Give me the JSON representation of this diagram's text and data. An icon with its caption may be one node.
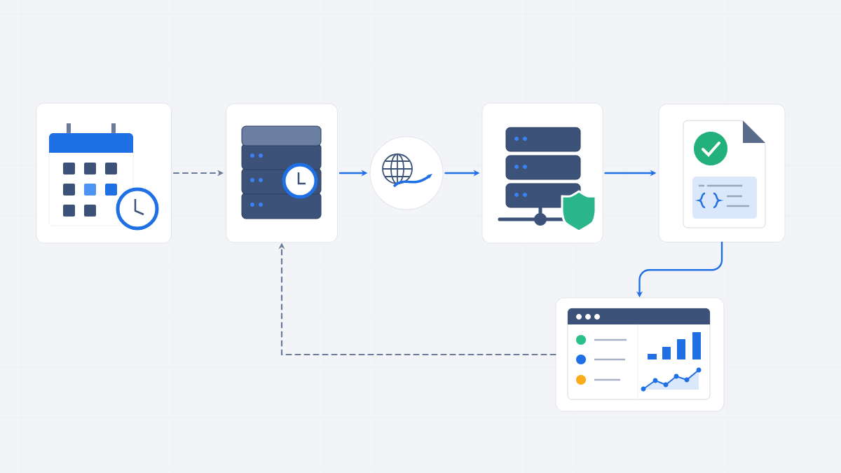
{
  "diagram": {
    "nodes": [
      {
        "text": [],
        "shape": "box"
      },
      {
        "text": [],
        "shape": "box"
      },
      {
        "text": [],
        "shape": "circle"
      },
      {
        "text": [],
        "shape": "box"
      },
      {
        "text": [],
        "shape": "box"
      },
      {
        "text": [],
        "shape": "box"
      }
    ],
    "edges": [
      {
        "from": 0,
        "to": 1,
        "arrow": "to",
        "style": "dashed",
        "color": "#6b7a99"
      },
      {
        "from": 1,
        "to": 2,
        "arrow": "to"
      },
      {
        "from": 2,
        "to": 3,
        "arrow": "to"
      },
      {
        "from": 3,
        "to": 4,
        "arrow": "to"
      },
      {
        "from": 4,
        "to": 5,
        "arrow": "to"
      },
      {
        "from": 5,
        "to": 1,
        "arrow": "to",
        "style": "dashed",
        "color": "#6b7a99"
      }
    ]
  }
}
